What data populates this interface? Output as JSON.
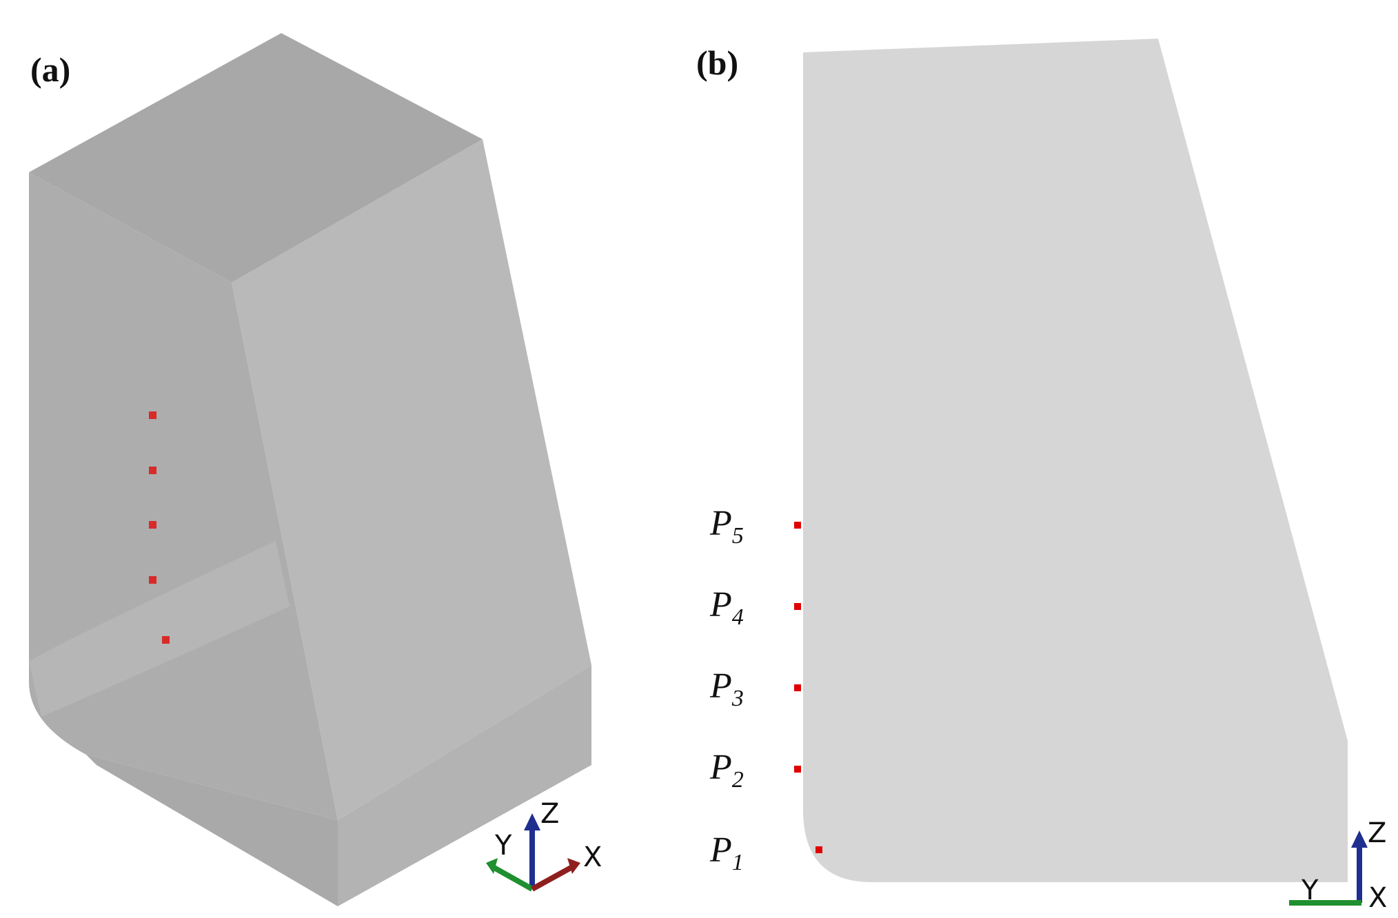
{
  "panels": [
    {
      "id": "a",
      "label": "(a)"
    },
    {
      "id": "b",
      "label": "(b)"
    }
  ],
  "panel_a": {
    "axes_icon": {
      "z": "Z",
      "y": "Y",
      "x": "X"
    }
  },
  "panel_b": {
    "points": [
      {
        "base": "P",
        "sub": "5"
      },
      {
        "base": "P",
        "sub": "4"
      },
      {
        "base": "P",
        "sub": "3"
      },
      {
        "base": "P",
        "sub": "2"
      },
      {
        "base": "P",
        "sub": "1"
      }
    ],
    "axes_icon": {
      "z": "Z",
      "y": "Y",
      "x": "X"
    }
  },
  "colors": {
    "model_light": "#d6d6d6",
    "model_face_top": "#a9a9a9",
    "model_face_left": "#adadad",
    "model_face_front": "#b8b8b8",
    "model_face_bottom": "#b0b0b0",
    "probe_point": "#e00000",
    "axis_z": "#1f2f8f",
    "axis_y": "#1f8f2f",
    "axis_x": "#8f1f1f"
  }
}
